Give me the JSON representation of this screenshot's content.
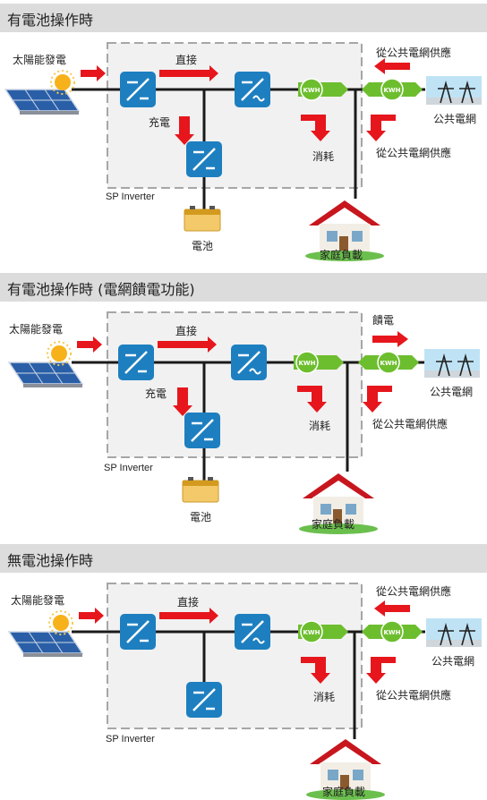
{
  "colors": {
    "header_bg": "#dcdcdc",
    "box_fill": "#f1f1f1",
    "box_border": "#a6a6a6",
    "arrow_red": "#e6161c",
    "meter_green": "#6dbe2e",
    "converter_blue": "#1d7fc0",
    "line_black": "#1a1a1a"
  },
  "icons": [
    "solar-panel-icon",
    "sun-icon",
    "inverter-icon",
    "kwh-meter-icon",
    "battery-icon",
    "house-icon",
    "power-grid-icon"
  ],
  "sections": [
    {
      "title": "有電池操作時",
      "solar": "太陽能發電",
      "direct": "直接",
      "charge": "充電",
      "consume": "消耗",
      "grid": "公共電網",
      "grid_supply_top": "從公共電網供應",
      "grid_supply_bottom": "從公共電網供應",
      "feed": "",
      "battery": "電池",
      "house": "家庭負載",
      "inverter": "SP Inverter",
      "meter": "KWH"
    },
    {
      "title": "有電池操作時 (電網饋電功能)",
      "solar": "太陽能發電",
      "direct": "直接",
      "charge": "充電",
      "consume": "消耗",
      "grid": "公共電網",
      "grid_supply_top": "",
      "grid_supply_bottom": "從公共電網供應",
      "feed": "饋電",
      "battery": "電池",
      "house": "家庭負載",
      "inverter": "SP Inverter",
      "meter": "KWH"
    },
    {
      "title": "無電池操作時",
      "solar": "太陽能發電",
      "direct": "直接",
      "charge": "",
      "consume": "消耗",
      "grid": "公共電網",
      "grid_supply_top": "從公共電網供應",
      "grid_supply_bottom": "從公共電網供應",
      "feed": "",
      "battery": "",
      "house": "家庭負載",
      "inverter": "SP Inverter",
      "meter": "KWH"
    }
  ]
}
